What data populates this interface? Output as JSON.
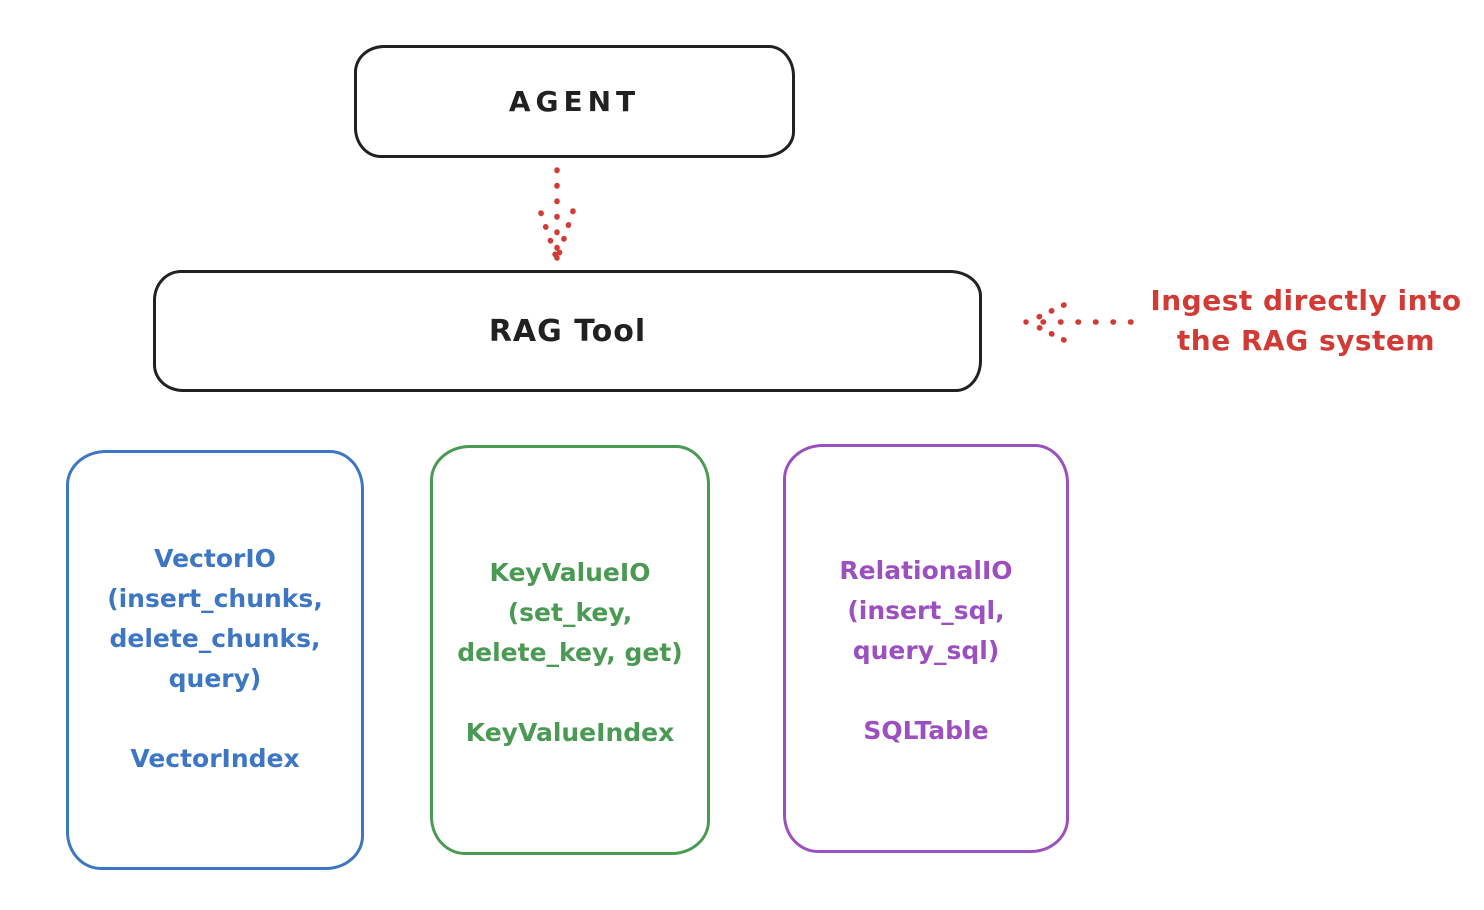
{
  "diagram": {
    "agent_box": {
      "label": "AGENT"
    },
    "rag_tool_box": {
      "label": "RAG Tool"
    },
    "annotation": {
      "line1": "Ingest directly into",
      "line2": "the RAG system"
    },
    "arrows": [
      {
        "name": "agent-to-rag-tool",
        "style": "dotted",
        "from": "AGENT",
        "to": "RAG Tool",
        "direction": "down"
      },
      {
        "name": "annotation-to-rag-tool",
        "style": "dotted",
        "from": "Ingest directly into the RAG system",
        "to": "RAG Tool",
        "direction": "left"
      }
    ],
    "io_boxes": [
      {
        "lines": [
          "VectorIO",
          "(insert_chunks,",
          "delete_chunks,",
          "query)"
        ],
        "index_label": "VectorIndex",
        "color": "#3d76c2"
      },
      {
        "lines": [
          "KeyValueIO",
          "(set_key,",
          "delete_key, get)"
        ],
        "index_label": "KeyValueIndex",
        "color": "#4a9a54"
      },
      {
        "lines": [
          "RelationalIO",
          "(insert_sql,",
          "query_sql)"
        ],
        "index_label": "SQLTable",
        "color": "#9c50c0"
      }
    ],
    "colors": {
      "stroke": "#212121",
      "accent_red": "#d23b35"
    }
  }
}
